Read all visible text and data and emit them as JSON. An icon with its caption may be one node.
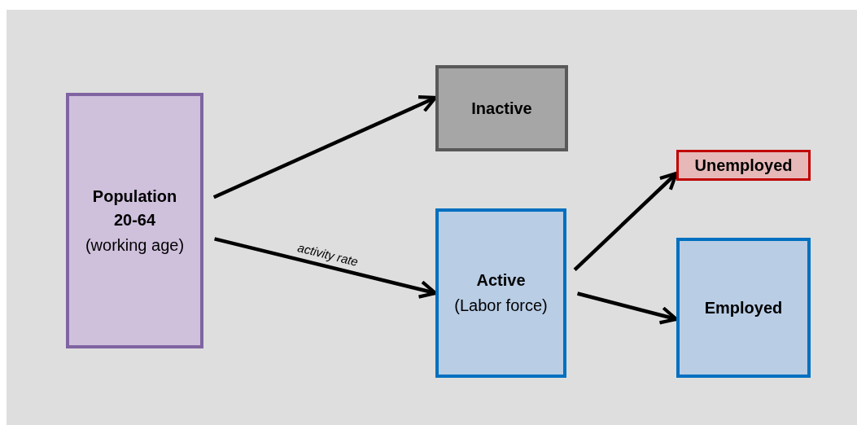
{
  "diagram": {
    "nodes": [
      {
        "text": [
          "Population 20-64",
          "(working age)"
        ]
      },
      {
        "text": [
          "Inactive"
        ]
      },
      {
        "text": [
          "Unemployed"
        ]
      },
      {
        "text": [
          "Active",
          "(Labor force)"
        ]
      },
      {
        "text": [
          "Employed"
        ]
      }
    ],
    "edges": [
      {
        "from": 0,
        "to": 1,
        "arrow": "to"
      },
      {
        "from": 0,
        "to": 3,
        "arrow": "to",
        "label": "activity rate"
      },
      {
        "from": 3,
        "to": 2,
        "arrow": "to"
      },
      {
        "from": 3,
        "to": 4,
        "arrow": "to"
      }
    ]
  }
}
